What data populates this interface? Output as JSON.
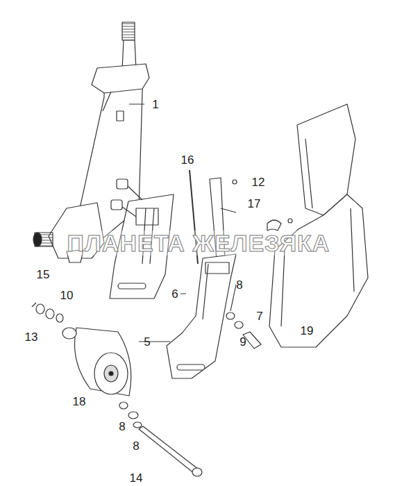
{
  "diagram": {
    "labels": [
      "1",
      "16",
      "12",
      "17",
      "ПЛАНЕТА ЖЕЛЕЗЯКА",
      "15",
      "10",
      "6",
      "8",
      "7",
      "13",
      "19",
      "5",
      "9",
      "18",
      "8",
      "8",
      "14"
    ]
  }
}
